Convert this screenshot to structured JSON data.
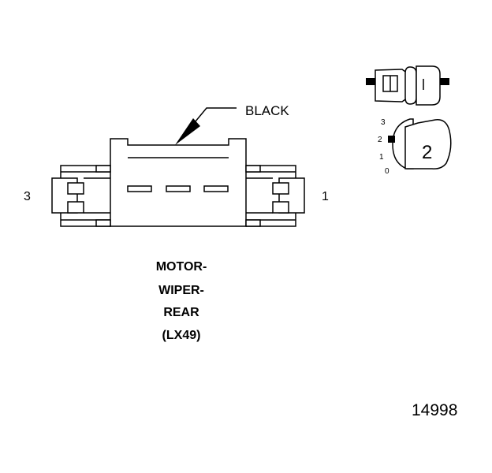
{
  "connector": {
    "wire_color": "BLACK",
    "pin_left": "3",
    "pin_right": "1",
    "title_lines": [
      "MOTOR-",
      "WIPER-",
      "REAR",
      "(LX49)"
    ]
  },
  "position_indicator": {
    "positions": [
      "3",
      "2",
      "1",
      "0"
    ],
    "selected": "2"
  },
  "part_number": "14998"
}
